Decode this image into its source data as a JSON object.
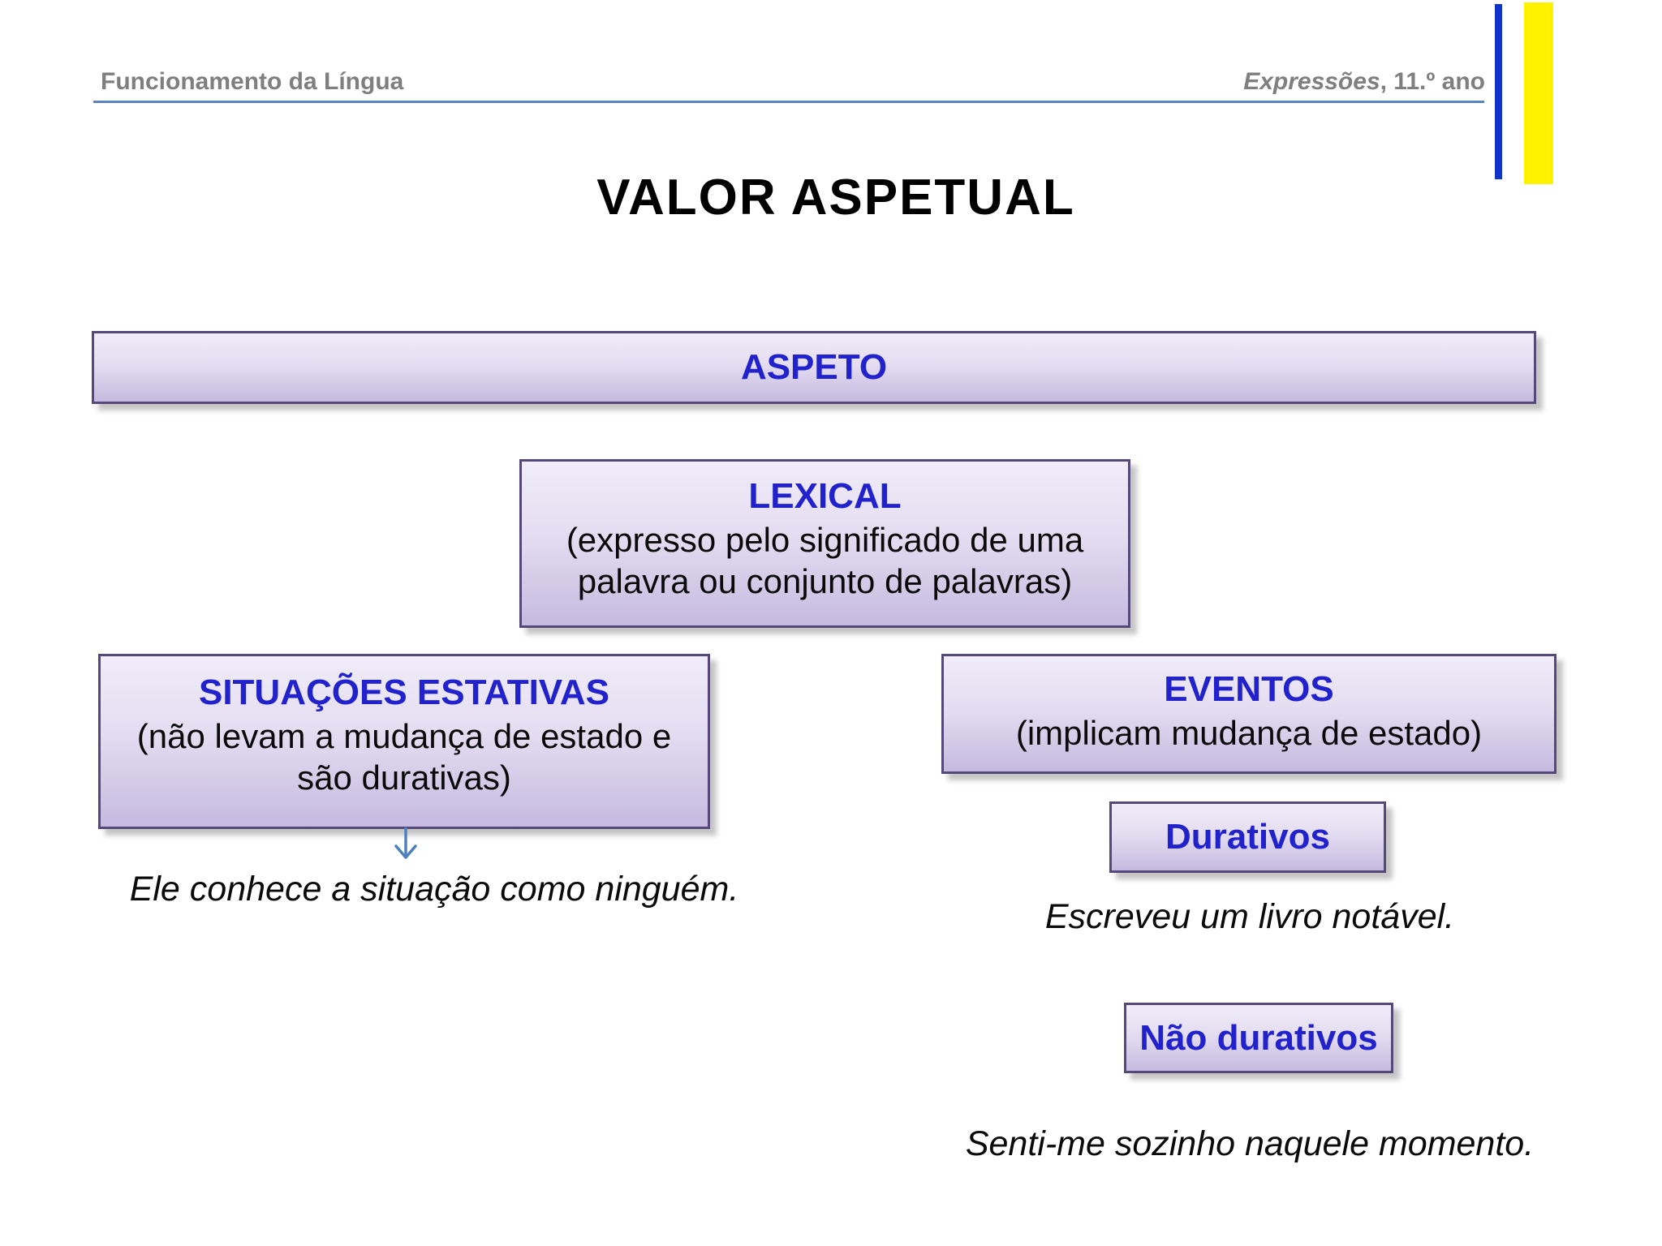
{
  "header": {
    "left": "Funcionamento da Língua",
    "right_title": "Expressões",
    "right_suffix": ", 11.º ano"
  },
  "title": "VALOR ASPETUAL",
  "diagram": {
    "aspeto": {
      "heading": "ASPETO"
    },
    "lexical": {
      "heading": "LEXICAL",
      "body_lines": [
        "(expresso pelo significado de uma",
        "palavra ou conjunto de palavras)"
      ]
    },
    "estativas": {
      "heading": "SITUAÇÕES ESTATIVAS",
      "body_lines": [
        "(não levam a mudança de estado e",
        "são durativas)"
      ],
      "example": "Ele conhece a situação como ninguém."
    },
    "eventos": {
      "heading": "EVENTOS",
      "body_lines": [
        "(implicam mudança de estado)"
      ]
    },
    "durativos": {
      "heading": "Durativos",
      "example": "Escreveu um livro notável."
    },
    "nao_durativos": {
      "heading": "Não durativos",
      "example": "Senti-me sozinho naquele momento."
    }
  },
  "icons": {
    "down_arrow": "down-arrow-icon"
  },
  "colors": {
    "heading_blue": "#2222CC",
    "text_black": "#0A0A0A",
    "header_gray": "#7F7F7F",
    "rule_blue": "#5C85C0",
    "bar_blue": "#1133CC",
    "bar_yellow": "#FFF200",
    "box_border": "#564879",
    "box_fill_top": "#F0ECF8",
    "box_fill_bottom": "#C5BADF",
    "arrow_blue": "#4F81BD"
  }
}
